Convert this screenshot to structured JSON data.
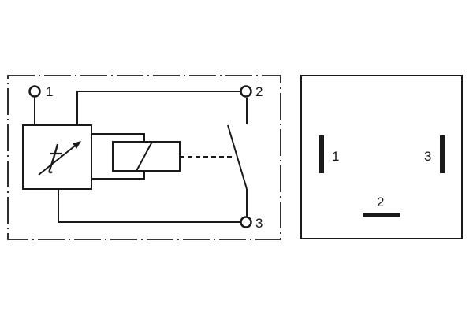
{
  "colors": {
    "ink": "#1a1a1a",
    "background": "#ffffff"
  },
  "schematic": {
    "terminals": [
      {
        "id": "1",
        "label": "1"
      },
      {
        "id": "2",
        "label": "2"
      },
      {
        "id": "3",
        "label": "3"
      }
    ],
    "icons": {
      "timer": "variable-timer-icon",
      "relay": "relay-coil-icon",
      "switch": "switch-contact-icon"
    }
  },
  "pinout": {
    "pins": [
      {
        "id": "1",
        "label": "1"
      },
      {
        "id": "2",
        "label": "2"
      },
      {
        "id": "3",
        "label": "3"
      }
    ]
  }
}
